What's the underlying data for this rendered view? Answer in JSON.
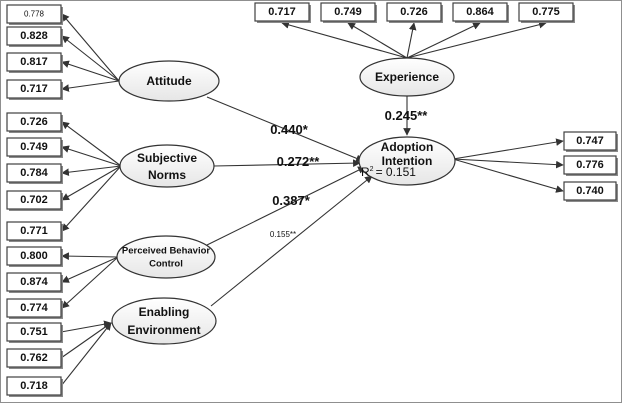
{
  "constructs": {
    "attitude": "Attitude",
    "subjective_norms": [
      "Subjective",
      "Norms"
    ],
    "perceived_behavior_control": [
      "Perceived Behavior",
      "Control"
    ],
    "enabling_environment": [
      "Enabling",
      "Environment"
    ],
    "experience": "Experience",
    "adoption_intention": [
      "Adoption",
      "Intention"
    ]
  },
  "r_squared": {
    "label": "R",
    "sup": "2",
    "value": "= 0.151"
  },
  "loadings": {
    "attitude": [
      "0.778",
      "0.828",
      "0.817",
      "0.717"
    ],
    "subjective_norms": [
      "0.726",
      "0.749",
      "0.784",
      "0.702",
      "0.771"
    ],
    "perceived_behavior_control": [
      "0.800",
      "0.874",
      "0.774"
    ],
    "enabling_environment": [
      "0.751",
      "0.762",
      "0.718"
    ],
    "experience": [
      "0.717",
      "0.749",
      "0.726",
      "0.864",
      "0.775"
    ],
    "adoption_intention": [
      "0.747",
      "0.776",
      "0.740"
    ]
  },
  "paths": {
    "attitude": "0.440*",
    "subjective_norms": "0.272**",
    "perceived_behavior_control": "0.387*",
    "enabling_environment": "0.155**",
    "experience": "0.245**"
  }
}
